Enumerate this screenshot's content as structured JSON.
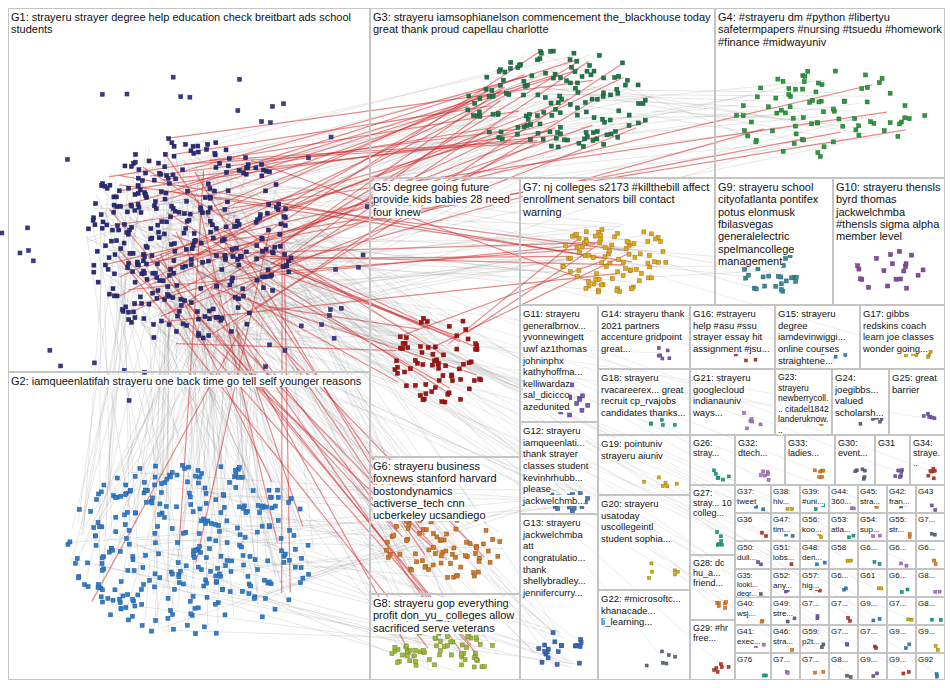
{
  "diagram": {
    "nodes": [
      {
        "text": [
          "G1: strayeru strayer degree help education check breitbart ads school students"
        ]
      },
      {
        "text": [
          "G3: strayeru iamsophianelson commencement the_blackhouse today great thank proud capellau charlotte"
        ]
      },
      {
        "text": [
          "G4: #strayeru dm #python #libertyu safetermpapers #nursing #tsuedu #homework #finance #midwayuniv"
        ]
      },
      {
        "text": [
          "G5: degree going future provide kids babies 28 need four knew"
        ]
      },
      {
        "text": [
          "G7: nj colleges s2173 #killthebill affect enrollment senators bill contact warning"
        ]
      },
      {
        "text": [
          "G9: strayeru school cityofatlanta pontifex potus elonmusk fbilasvegas generalelectric spelmancollege management"
        ]
      },
      {
        "text": [
          "G10: strayeru thensls byrd thomas jackwelchmba #thensls sigma alpha member level"
        ]
      },
      {
        "text": [
          "G11: strayeru generalbrnov... yvonnewingett uwf az1thomas johninphx kathyhoffma... kelliwardaz sal_dicicco azedunited"
        ]
      },
      {
        "text": [
          "G14: strayeru thank 2021 partners accenture gridpoint great..."
        ]
      },
      {
        "text": [
          "G16: #strayeru help #asu #ssu strayer essay hit assignment #jsu..."
        ]
      },
      {
        "text": [
          "G15: strayeru degree iamdevinwiggi... online courses straightene..."
        ]
      },
      {
        "text": [
          "G17: gibbs redskins coach learn joe classes wonder going..."
        ]
      },
      {
        "text": [
          "G18: strayeru rvacareerex... great recruit cp_rvajobs candidates thanks..."
        ]
      },
      {
        "text": [
          "G21: strayeru googlecloud indianauniv ways..."
        ]
      },
      {
        "text": [
          "G23: strayeru newberrycoll... citadel1842 landeruknow..."
        ]
      },
      {
        "text": [
          "G24: joegibbs... valued scholarsh..."
        ]
      },
      {
        "text": [
          "G25: great barrier"
        ]
      },
      {
        "text": [
          "G2: iamqueenlatifah strayeru one back time go tell self younger reasons"
        ]
      },
      {
        "text": [
          "G12: strayeru iamqueenlati... thank strayer classes student kevinhrhubb... please jackwelchmb..."
        ]
      },
      {
        "text": [
          "G19: pointuniv strayeru aiuniv"
        ]
      },
      {
        "text": [
          "G26: stray..."
        ]
      },
      {
        "text": [
          "G32: dtech..."
        ]
      },
      {
        "text": [
          "G33: ladies..."
        ]
      },
      {
        "text": [
          "G30: event..."
        ]
      },
      {
        "text": [
          "G31"
        ]
      },
      {
        "text": [
          "G34: straye..."
        ]
      },
      {
        "text": [
          "G6: strayeru business foxnews stanford harvard bostondynamics activerse_tech cnn ucberkeley ucsandiego"
        ]
      },
      {
        "text": [
          "G20: strayeru usatoday uscollegeintl student sophia..."
        ]
      },
      {
        "text": [
          "G27: stray... 10 colleg..."
        ]
      },
      {
        "text": [
          "G13: strayeru jackwelchmba att congratulatio... thank shellybradley... jennifercurry..."
        ]
      },
      {
        "text": [
          "G28: dc hu_a... friend..."
        ]
      },
      {
        "text": [
          "G22: #microsoftc... khanacade... li_learning..."
        ]
      },
      {
        "text": [
          "G8: strayeru gop everything profit don_yu_ colleges allow sacrificed serve veterans"
        ]
      },
      {
        "text": [
          "G29: #hr free..."
        ]
      },
      {
        "text": [
          "G37: tweet"
        ]
      },
      {
        "text": [
          "G38: hiv..."
        ]
      },
      {
        "text": [
          "G39: #uni..."
        ]
      },
      {
        "text": [
          "G44: 360..."
        ]
      },
      {
        "text": [
          "G45: stra..."
        ]
      },
      {
        "text": [
          "G42: fran..."
        ]
      },
      {
        "text": [
          "G43"
        ]
      },
      {
        "text": [
          "G36"
        ]
      },
      {
        "text": [
          "G47: tim..."
        ]
      },
      {
        "text": [
          "G56: koo..."
        ]
      },
      {
        "text": [
          "G53: atla..."
        ]
      },
      {
        "text": [
          "G54: sup..."
        ]
      },
      {
        "text": [
          "G55: str..."
        ]
      },
      {
        "text": [
          "G7..."
        ]
      },
      {
        "text": [
          "G50: dull..."
        ]
      },
      {
        "text": [
          "G51: lobs..."
        ]
      },
      {
        "text": [
          "G48: den..."
        ]
      },
      {
        "text": [
          "G58"
        ]
      },
      {
        "text": [
          "G6..."
        ]
      },
      {
        "text": [
          "G6..."
        ]
      },
      {
        "text": [
          "G6..."
        ]
      },
      {
        "text": [
          "G35: looki... degr..."
        ]
      },
      {
        "text": [
          "G52: any..."
        ]
      },
      {
        "text": [
          "G57: hig..."
        ]
      },
      {
        "text": [
          "G6..."
        ]
      },
      {
        "text": [
          "G61"
        ]
      },
      {
        "text": [
          "G6..."
        ]
      },
      {
        "text": [
          "G8..."
        ]
      },
      {
        "text": [
          "G40: wsj..."
        ]
      },
      {
        "text": [
          "G49: stre..."
        ]
      },
      {
        "text": [
          "G7..."
        ]
      },
      {
        "text": [
          "G7..."
        ]
      },
      {
        "text": [
          "G9..."
        ]
      },
      {
        "text": [
          "G7..."
        ]
      },
      {
        "text": [
          "G8..."
        ]
      },
      {
        "text": [
          "G41: exec..."
        ]
      },
      {
        "text": [
          "G46: stra..."
        ]
      },
      {
        "text": [
          "G59: p2t..."
        ]
      },
      {
        "text": [
          "G7..."
        ]
      },
      {
        "text": [
          "G7..."
        ]
      },
      {
        "text": [
          "G9..."
        ]
      },
      {
        "text": [
          "G9..."
        ]
      },
      {
        "text": [
          "G76"
        ]
      },
      {
        "text": [
          "G7..."
        ]
      },
      {
        "text": [
          "G7..."
        ]
      },
      {
        "text": [
          "G8..."
        ]
      },
      {
        "text": [
          "G9..."
        ]
      },
      {
        "text": [
          "G9..."
        ]
      },
      {
        "text": [
          "G92"
        ]
      }
    ]
  }
}
